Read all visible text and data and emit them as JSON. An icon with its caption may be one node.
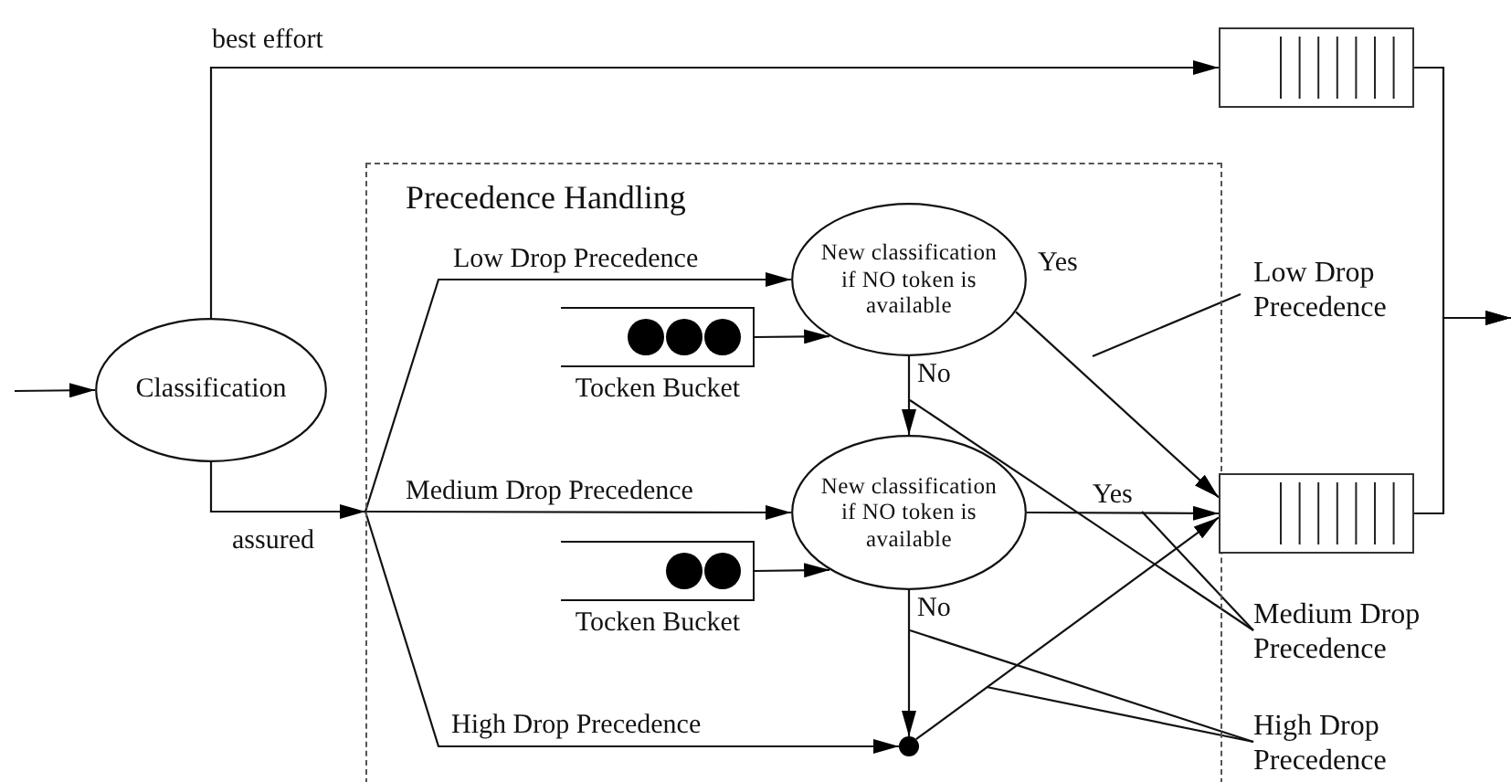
{
  "diagram": {
    "nodes": [
      {
        "text": [
          "Classification"
        ]
      },
      {
        "text": [
          "Precedence Handling"
        ]
      },
      {
        "text": [],
        "shape": "box"
      },
      {
        "text": [
          "New classification if NO token is available"
        ],
        "in": 1
      },
      {
        "text": [],
        "shape": "box",
        "in": 1,
        "beside": [
          "Tocken Bucket"
        ]
      },
      {
        "text": [
          "New classification if NO token is available"
        ],
        "in": 1
      },
      {
        "text": [],
        "shape": "box",
        "in": 1,
        "beside": [
          "Tocken Bucket"
        ]
      },
      {
        "text": [],
        "shape": "box"
      },
      {
        "text": [],
        "shape": "circle",
        "in": 1
      },
      {
        "text": [
          "Low Drop Precedence"
        ]
      },
      {
        "text": [
          "Medium Drop Precedence"
        ]
      },
      {
        "text": [
          "High Drop Precedence"
        ]
      }
    ],
    "edges": [
      {
        "from": null,
        "to": 0,
        "arrow": "to"
      },
      {
        "from": 0,
        "to": 2,
        "arrow": "to",
        "label": "best effort"
      },
      {
        "from": 0,
        "to": 1,
        "arrow": "to",
        "label": "assured"
      },
      {
        "from": 1,
        "to": 3,
        "arrow": "to",
        "label": "Low Drop Precedence"
      },
      {
        "from": 1,
        "to": 5,
        "arrow": "to",
        "label": "Medium Drop Precedence"
      },
      {
        "from": 1,
        "to": 8,
        "arrow": "to",
        "label": "High Drop Precedence"
      },
      {
        "from": 4,
        "to": 3,
        "arrow": "to"
      },
      {
        "from": 6,
        "to": 5,
        "arrow": "to"
      },
      {
        "from": 3,
        "to": 7,
        "arrow": "to",
        "label": "Yes"
      },
      {
        "from": 3,
        "to": 5,
        "arrow": "to",
        "label": "No"
      },
      {
        "from": 5,
        "to": 7,
        "arrow": "to",
        "label": "Yes"
      },
      {
        "from": 5,
        "to": 8,
        "arrow": "to",
        "label": "No"
      },
      {
        "from": 8,
        "to": 7,
        "arrow": "to"
      },
      {
        "from": 2,
        "to": null,
        "arrow": "to"
      },
      {
        "from": 7,
        "to": null,
        "arrow": "to"
      },
      {
        "from": 9,
        "to": null,
        "arrow": "none"
      },
      {
        "from": 10,
        "to": null,
        "arrow": "none"
      },
      {
        "from": 10,
        "to": null,
        "arrow": "none"
      },
      {
        "from": 11,
        "to": null,
        "arrow": "none"
      },
      {
        "from": 11,
        "to": null,
        "arrow": "none"
      }
    ]
  }
}
